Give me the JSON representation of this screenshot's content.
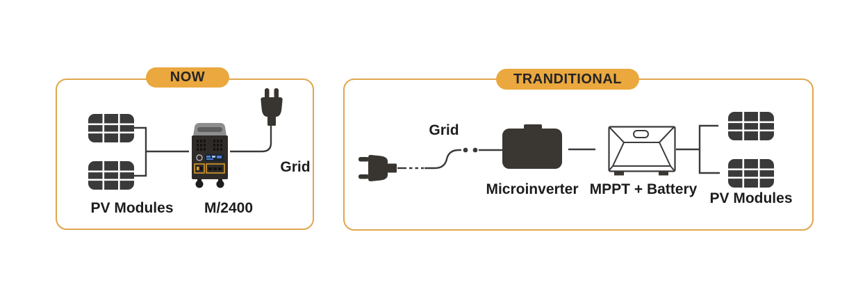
{
  "colors": {
    "panel_border_gold": "#DFA64C",
    "badge_gold": "#EAA83E",
    "icon_dark": "#3A3632",
    "pv_cell_dark": "#3A3A3A",
    "text_dark": "#1D1D1D",
    "device_body": "#2E2B28",
    "device_top_gray": "#8E8E8E",
    "device_accent_orange": "#D79A2B",
    "device_screen_blue": "#4A7FD4"
  },
  "now_panel": {
    "badge_label": "NOW",
    "labels": {
      "pv_modules": "PV Modules",
      "device": "M/2400",
      "grid": "Grid"
    },
    "icons": [
      "pv-module-icon",
      "pv-module-icon",
      "power-station-icon",
      "plug-icon"
    ]
  },
  "traditional_panel": {
    "badge_label": "TRANDITIONAL",
    "labels": {
      "grid": "Grid",
      "microinverter": "Microinverter",
      "mppt_battery": "MPPT + Battery",
      "pv_modules": "PV Modules"
    },
    "icons": [
      "plug-icon",
      "microinverter-icon",
      "mppt-battery-icon",
      "pv-module-icon",
      "pv-module-icon"
    ]
  }
}
